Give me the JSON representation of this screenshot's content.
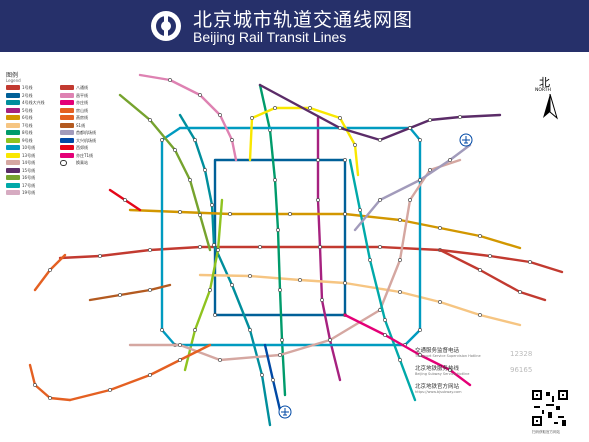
{
  "header": {
    "title": "北京城市轨道交通线网图",
    "subtitle": "Beijing Rail Transit Lines"
  },
  "legend": {
    "title": "图例",
    "subtitle": "Legend",
    "items": [
      {
        "label": "1号线",
        "color": "#c23a30"
      },
      {
        "label": "2号线",
        "color": "#006098"
      },
      {
        "label": "4号线大兴线",
        "color": "#008e9c"
      },
      {
        "label": "5号线",
        "color": "#a6217f"
      },
      {
        "label": "6号线",
        "color": "#d29700"
      },
      {
        "label": "7号线",
        "color": "#f6c582"
      },
      {
        "label": "8号线",
        "color": "#009b6b"
      },
      {
        "label": "9号线",
        "color": "#8fc31f"
      },
      {
        "label": "10号线",
        "color": "#009bc0"
      },
      {
        "label": "13号线",
        "color": "#f9e700"
      },
      {
        "label": "14号线",
        "color": "#d5a7a1"
      },
      {
        "label": "15号线",
        "color": "#5b2c68"
      },
      {
        "label": "16号线",
        "color": "#76a32e"
      },
      {
        "label": "17号线",
        "color": "#00a9a9"
      },
      {
        "label": "19号线",
        "color": "#d6abc1"
      },
      {
        "label": "八通线",
        "color": "#c23a30"
      },
      {
        "label": "昌平线",
        "color": "#de82b2"
      },
      {
        "label": "亦庄线",
        "color": "#e40077"
      },
      {
        "label": "房山线",
        "color": "#e46022"
      },
      {
        "label": "燕房线",
        "color": "#e46022"
      },
      {
        "label": "S1线",
        "color": "#b35a20"
      },
      {
        "label": "首都机场线",
        "color": "#a29bbb"
      },
      {
        "label": "大兴机场线",
        "color": "#0049a5"
      },
      {
        "label": "西郊线",
        "color": "#e50619"
      },
      {
        "label": "亦庄T1线",
        "color": "#e40077"
      },
      {
        "label": "换乘站",
        "color": "#ffffff"
      }
    ]
  },
  "compass": {
    "label": "北",
    "label_en": "NORTH"
  },
  "info": {
    "hotline_label": "交通服务监督电话",
    "hotline_sub": "Transport Service Supervision Hotline",
    "hotline_number": "12328",
    "metro_hotline_label": "北京地铁服务热线",
    "metro_hotline_sub": "Beijing Subway Service Hotline",
    "metro_hotline_number": "96165",
    "website_label": "北京地铁官方网站",
    "website_sub": "https://www.bjsubway.com",
    "qr_caption": "扫码获取官方网站"
  },
  "map_lines": [
    {
      "name": "line-1",
      "color": "#c23a30",
      "points": [
        [
          60,
          258
        ],
        [
          100,
          256
        ],
        [
          150,
          250
        ],
        [
          200,
          247
        ],
        [
          260,
          247
        ],
        [
          320,
          247
        ],
        [
          380,
          247
        ],
        [
          440,
          250
        ],
        [
          490,
          256
        ],
        [
          530,
          262
        ],
        [
          562,
          272
        ]
      ]
    },
    {
      "name": "line-2",
      "color": "#006098",
      "points": [
        [
          215,
          160
        ],
        [
          345,
          160
        ],
        [
          345,
          315
        ],
        [
          215,
          315
        ],
        [
          215,
          160
        ]
      ]
    },
    {
      "name": "line-4",
      "color": "#008e9c",
      "points": [
        [
          180,
          115
        ],
        [
          195,
          140
        ],
        [
          205,
          170
        ],
        [
          212,
          205
        ],
        [
          214,
          245
        ],
        [
          232,
          285
        ],
        [
          250,
          330
        ],
        [
          262,
          375
        ],
        [
          270,
          425
        ]
      ]
    },
    {
      "name": "line-5",
      "color": "#a6217f",
      "points": [
        [
          318,
          118
        ],
        [
          318,
          160
        ],
        [
          318,
          200
        ],
        [
          320,
          247
        ],
        [
          322,
          300
        ],
        [
          330,
          340
        ],
        [
          340,
          380
        ]
      ]
    },
    {
      "name": "line-6",
      "color": "#d29700",
      "points": [
        [
          130,
          210
        ],
        [
          180,
          212
        ],
        [
          230,
          214
        ],
        [
          290,
          214
        ],
        [
          345,
          214
        ],
        [
          400,
          220
        ],
        [
          440,
          228
        ],
        [
          480,
          236
        ],
        [
          520,
          248
        ]
      ]
    },
    {
      "name": "line-7",
      "color": "#f6c582",
      "points": [
        [
          200,
          275
        ],
        [
          250,
          276
        ],
        [
          300,
          280
        ],
        [
          345,
          283
        ],
        [
          400,
          292
        ],
        [
          440,
          302
        ],
        [
          480,
          315
        ],
        [
          520,
          325
        ]
      ]
    },
    {
      "name": "line-8",
      "color": "#009b6b",
      "points": [
        [
          260,
          85
        ],
        [
          270,
          130
        ],
        [
          275,
          180
        ],
        [
          278,
          230
        ],
        [
          280,
          290
        ],
        [
          282,
          340
        ],
        [
          285,
          395
        ]
      ]
    },
    {
      "name": "line-9",
      "color": "#8fc31f",
      "points": [
        [
          222,
          200
        ],
        [
          218,
          250
        ],
        [
          210,
          290
        ],
        [
          195,
          330
        ],
        [
          185,
          370
        ]
      ]
    },
    {
      "name": "line-10",
      "color": "#009bc0",
      "points": [
        [
          180,
          128
        ],
        [
          410,
          128
        ],
        [
          420,
          140
        ],
        [
          420,
          330
        ],
        [
          405,
          345
        ],
        [
          175,
          345
        ],
        [
          162,
          330
        ],
        [
          162,
          140
        ],
        [
          180,
          128
        ]
      ]
    },
    {
      "name": "line-13",
      "color": "#f9e700",
      "points": [
        [
          250,
          160
        ],
        [
          252,
          118
        ],
        [
          275,
          108
        ],
        [
          310,
          108
        ],
        [
          340,
          118
        ],
        [
          355,
          145
        ],
        [
          358,
          175
        ]
      ]
    },
    {
      "name": "line-14",
      "color": "#d5a7a1",
      "points": [
        [
          130,
          345
        ],
        [
          180,
          345
        ],
        [
          220,
          360
        ],
        [
          280,
          355
        ],
        [
          330,
          340
        ],
        [
          380,
          310
        ],
        [
          400,
          260
        ],
        [
          410,
          200
        ],
        [
          430,
          170
        ],
        [
          460,
          160
        ]
      ]
    },
    {
      "name": "line-15",
      "color": "#5b2c68",
      "points": [
        [
          260,
          85
        ],
        [
          340,
          128
        ],
        [
          380,
          140
        ],
        [
          410,
          128
        ],
        [
          430,
          120
        ],
        [
          460,
          117
        ],
        [
          500,
          115
        ]
      ]
    },
    {
      "name": "line-16",
      "color": "#76a32e",
      "points": [
        [
          120,
          95
        ],
        [
          150,
          120
        ],
        [
          175,
          150
        ],
        [
          190,
          180
        ],
        [
          200,
          215
        ],
        [
          210,
          250
        ]
      ]
    },
    {
      "name": "line-17",
      "color": "#00a9a9",
      "points": [
        [
          350,
          160
        ],
        [
          360,
          210
        ],
        [
          370,
          260
        ],
        [
          385,
          320
        ],
        [
          400,
          360
        ],
        [
          415,
          400
        ]
      ]
    },
    {
      "name": "line-batong",
      "color": "#c23a30",
      "points": [
        [
          440,
          250
        ],
        [
          480,
          270
        ],
        [
          520,
          292
        ],
        [
          545,
          300
        ]
      ]
    },
    {
      "name": "line-changping",
      "color": "#de82b2",
      "points": [
        [
          140,
          75
        ],
        [
          170,
          80
        ],
        [
          200,
          95
        ],
        [
          220,
          115
        ],
        [
          232,
          140
        ],
        [
          236,
          160
        ]
      ]
    },
    {
      "name": "line-yizhuang",
      "color": "#e40077",
      "points": [
        [
          345,
          315
        ],
        [
          385,
          335
        ],
        [
          420,
          355
        ],
        [
          450,
          370
        ],
        [
          470,
          385
        ]
      ]
    },
    {
      "name": "line-fangshan",
      "color": "#e46022",
      "points": [
        [
          210,
          345
        ],
        [
          180,
          360
        ],
        [
          150,
          375
        ],
        [
          110,
          390
        ],
        [
          70,
          400
        ]
      ]
    },
    {
      "name": "line-yanfang",
      "color": "#e46022",
      "points": [
        [
          70,
          400
        ],
        [
          50,
          398
        ],
        [
          35,
          385
        ],
        [
          30,
          365
        ]
      ]
    },
    {
      "name": "line-s1",
      "color": "#b35a20",
      "points": [
        [
          90,
          300
        ],
        [
          120,
          295
        ],
        [
          150,
          290
        ],
        [
          170,
          285
        ]
      ]
    },
    {
      "name": "line-airport",
      "color": "#a29bbb",
      "points": [
        [
          355,
          230
        ],
        [
          380,
          200
        ],
        [
          420,
          180
        ],
        [
          450,
          160
        ],
        [
          470,
          145
        ]
      ]
    },
    {
      "name": "line-daxing-airport",
      "color": "#0049a5",
      "points": [
        [
          265,
          345
        ],
        [
          273,
          380
        ],
        [
          280,
          410
        ]
      ]
    },
    {
      "name": "line-xijiao",
      "color": "#e50619",
      "points": [
        [
          140,
          210
        ],
        [
          125,
          200
        ],
        [
          110,
          190
        ]
      ]
    },
    {
      "name": "line-fangshan-west",
      "color": "#e46022",
      "points": [
        [
          65,
          255
        ],
        [
          50,
          270
        ],
        [
          35,
          290
        ]
      ]
    }
  ]
}
